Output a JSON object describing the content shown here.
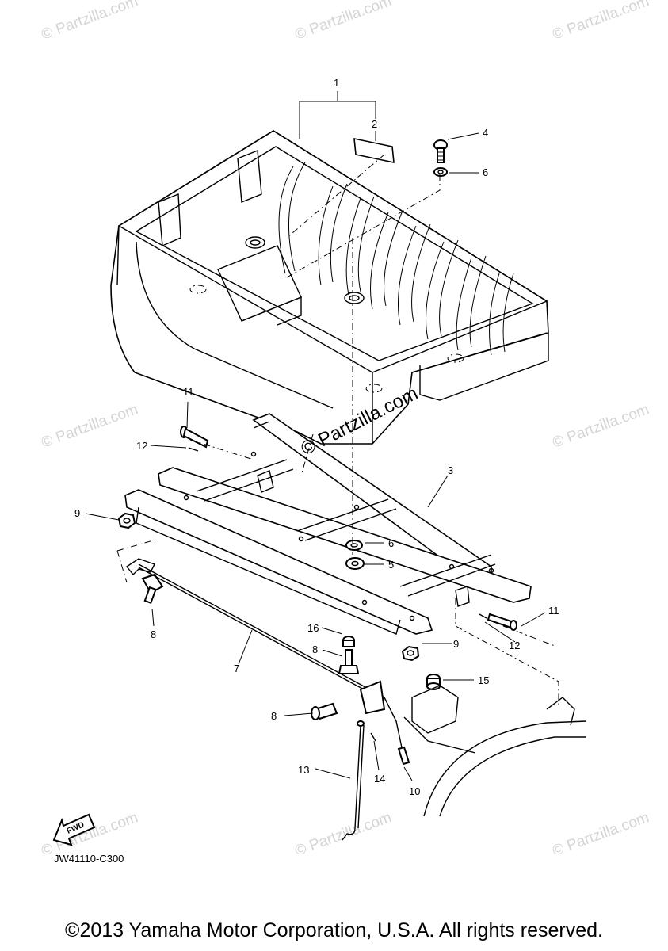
{
  "callouts": [
    {
      "id": "1",
      "text": "1"
    },
    {
      "id": "2",
      "text": "2"
    },
    {
      "id": "3",
      "text": "3"
    },
    {
      "id": "4",
      "text": "4"
    },
    {
      "id": "5",
      "text": "5"
    },
    {
      "id": "6a",
      "text": "6"
    },
    {
      "id": "6b",
      "text": "6"
    },
    {
      "id": "7",
      "text": "7"
    },
    {
      "id": "8a",
      "text": "8"
    },
    {
      "id": "8b",
      "text": "8"
    },
    {
      "id": "8c",
      "text": "8"
    },
    {
      "id": "9a",
      "text": "9"
    },
    {
      "id": "9b",
      "text": "9"
    },
    {
      "id": "10",
      "text": "10"
    },
    {
      "id": "11a",
      "text": "11"
    },
    {
      "id": "11b",
      "text": "11"
    },
    {
      "id": "12a",
      "text": "12"
    },
    {
      "id": "12b",
      "text": "12"
    },
    {
      "id": "13",
      "text": "13"
    },
    {
      "id": "14",
      "text": "14"
    },
    {
      "id": "15",
      "text": "15"
    },
    {
      "id": "16",
      "text": "16"
    }
  ],
  "watermark": {
    "main": "© Partzilla.com",
    "faint": "© Partzilla.com"
  },
  "fwd_label": "FWD",
  "diagram_code": "JW41110-C300",
  "copyright": "©2013 Yamaha Motor Corporation, U.S.A. All rights reserved."
}
